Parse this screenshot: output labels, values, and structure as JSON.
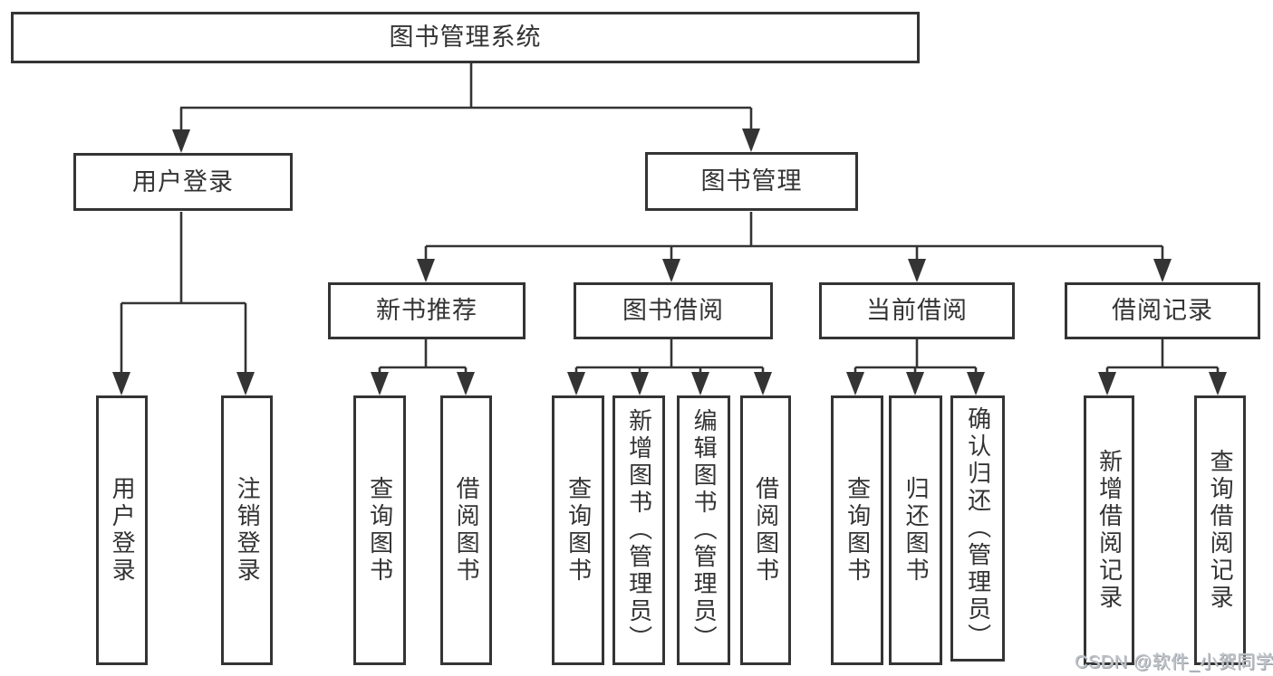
{
  "tree": {
    "label": "图书管理系统",
    "children": [
      {
        "label": "用户登录",
        "children": [
          {
            "label": "用户登录"
          },
          {
            "label": "注销登录"
          }
        ]
      },
      {
        "label": "图书管理",
        "children": [
          {
            "label": "新书推荐",
            "children": [
              {
                "label": "查询图书"
              },
              {
                "label": "借阅图书"
              }
            ]
          },
          {
            "label": "图书借阅",
            "children": [
              {
                "label": "查询图书"
              },
              {
                "label": "新增图书（管理员）"
              },
              {
                "label": "编辑图书（管理员）"
              },
              {
                "label": "借阅图书"
              }
            ]
          },
          {
            "label": "当前借阅",
            "children": [
              {
                "label": "查询图书"
              },
              {
                "label": "归还图书"
              },
              {
                "label": "确认归还（管理员）"
              }
            ]
          },
          {
            "label": "借阅记录",
            "children": [
              {
                "label": "新增借阅记录"
              },
              {
                "label": "查询借阅记录"
              }
            ]
          }
        ]
      }
    ]
  },
  "watermark": {
    "text": "CSDN @软件_小贺同学"
  },
  "colors": {
    "line": "#343434",
    "box_border": "#343434",
    "text": "#333333",
    "watermark": "#b9bfc6",
    "background": "#ffffff"
  }
}
